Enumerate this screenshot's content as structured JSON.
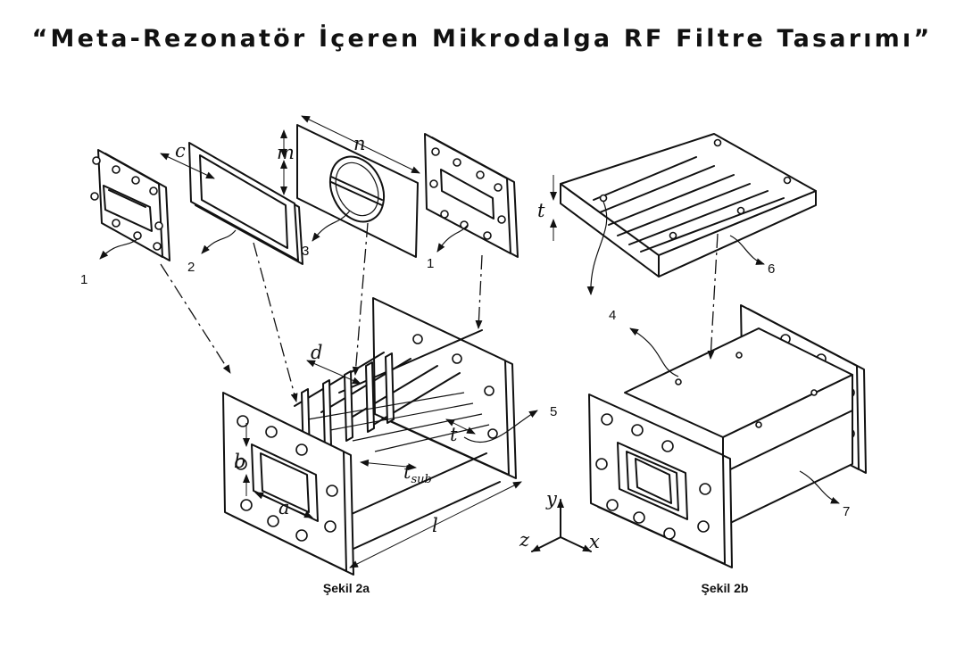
{
  "title": "“Meta-Rezonatör İçeren Mikrodalga RF Filtre Tasarımı”",
  "figures": [
    {
      "id": "2a",
      "caption": "Şekil 2a"
    },
    {
      "id": "2b",
      "caption": "Şekil 2b"
    }
  ],
  "part_labels": {
    "p1_left": "1",
    "p2": "2",
    "p3": "3",
    "p1_right": "1",
    "p4": "4",
    "p5": "5",
    "p6": "6",
    "p7": "7"
  },
  "dimensions": {
    "c": "c",
    "m": "m",
    "n": "n",
    "d": "d",
    "t_2a": "t",
    "t_sub_base": "t",
    "t_sub_sub": "sub",
    "b": "b",
    "a": "a",
    "l": "l",
    "t_2b": "t"
  },
  "axes": {
    "x": "x",
    "y": "y",
    "z": "z"
  }
}
